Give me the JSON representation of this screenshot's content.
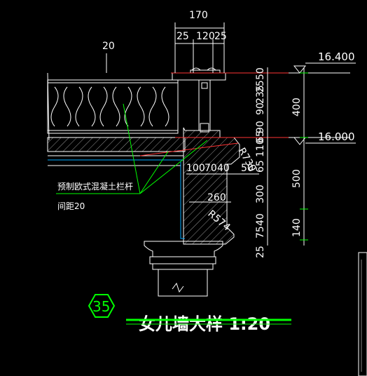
{
  "top_dims": {
    "total": "170",
    "left": "25",
    "mid": "120",
    "right": "25"
  },
  "rail_offset": "20",
  "levels": {
    "top": "16.400",
    "floor": "16.000"
  },
  "right_dims_outer": {
    "upper": "400",
    "lower": "500",
    "bottom": "140"
  },
  "right_dims_inner": [
    "50",
    "90",
    "235",
    "25",
    "90",
    "65",
    "65",
    "110",
    "300",
    "40",
    "75",
    "25"
  ],
  "mid_dims": {
    "a": "100",
    "b": "70",
    "c": "40",
    "d": "50",
    "e": "260"
  },
  "radii": {
    "r1": "R730",
    "r2": "R574"
  },
  "notes": {
    "line1": "预制欧式混凝土栏杆",
    "line2": "间距20"
  },
  "title": {
    "number": "35",
    "text": "女儿墙大样 1:20"
  }
}
